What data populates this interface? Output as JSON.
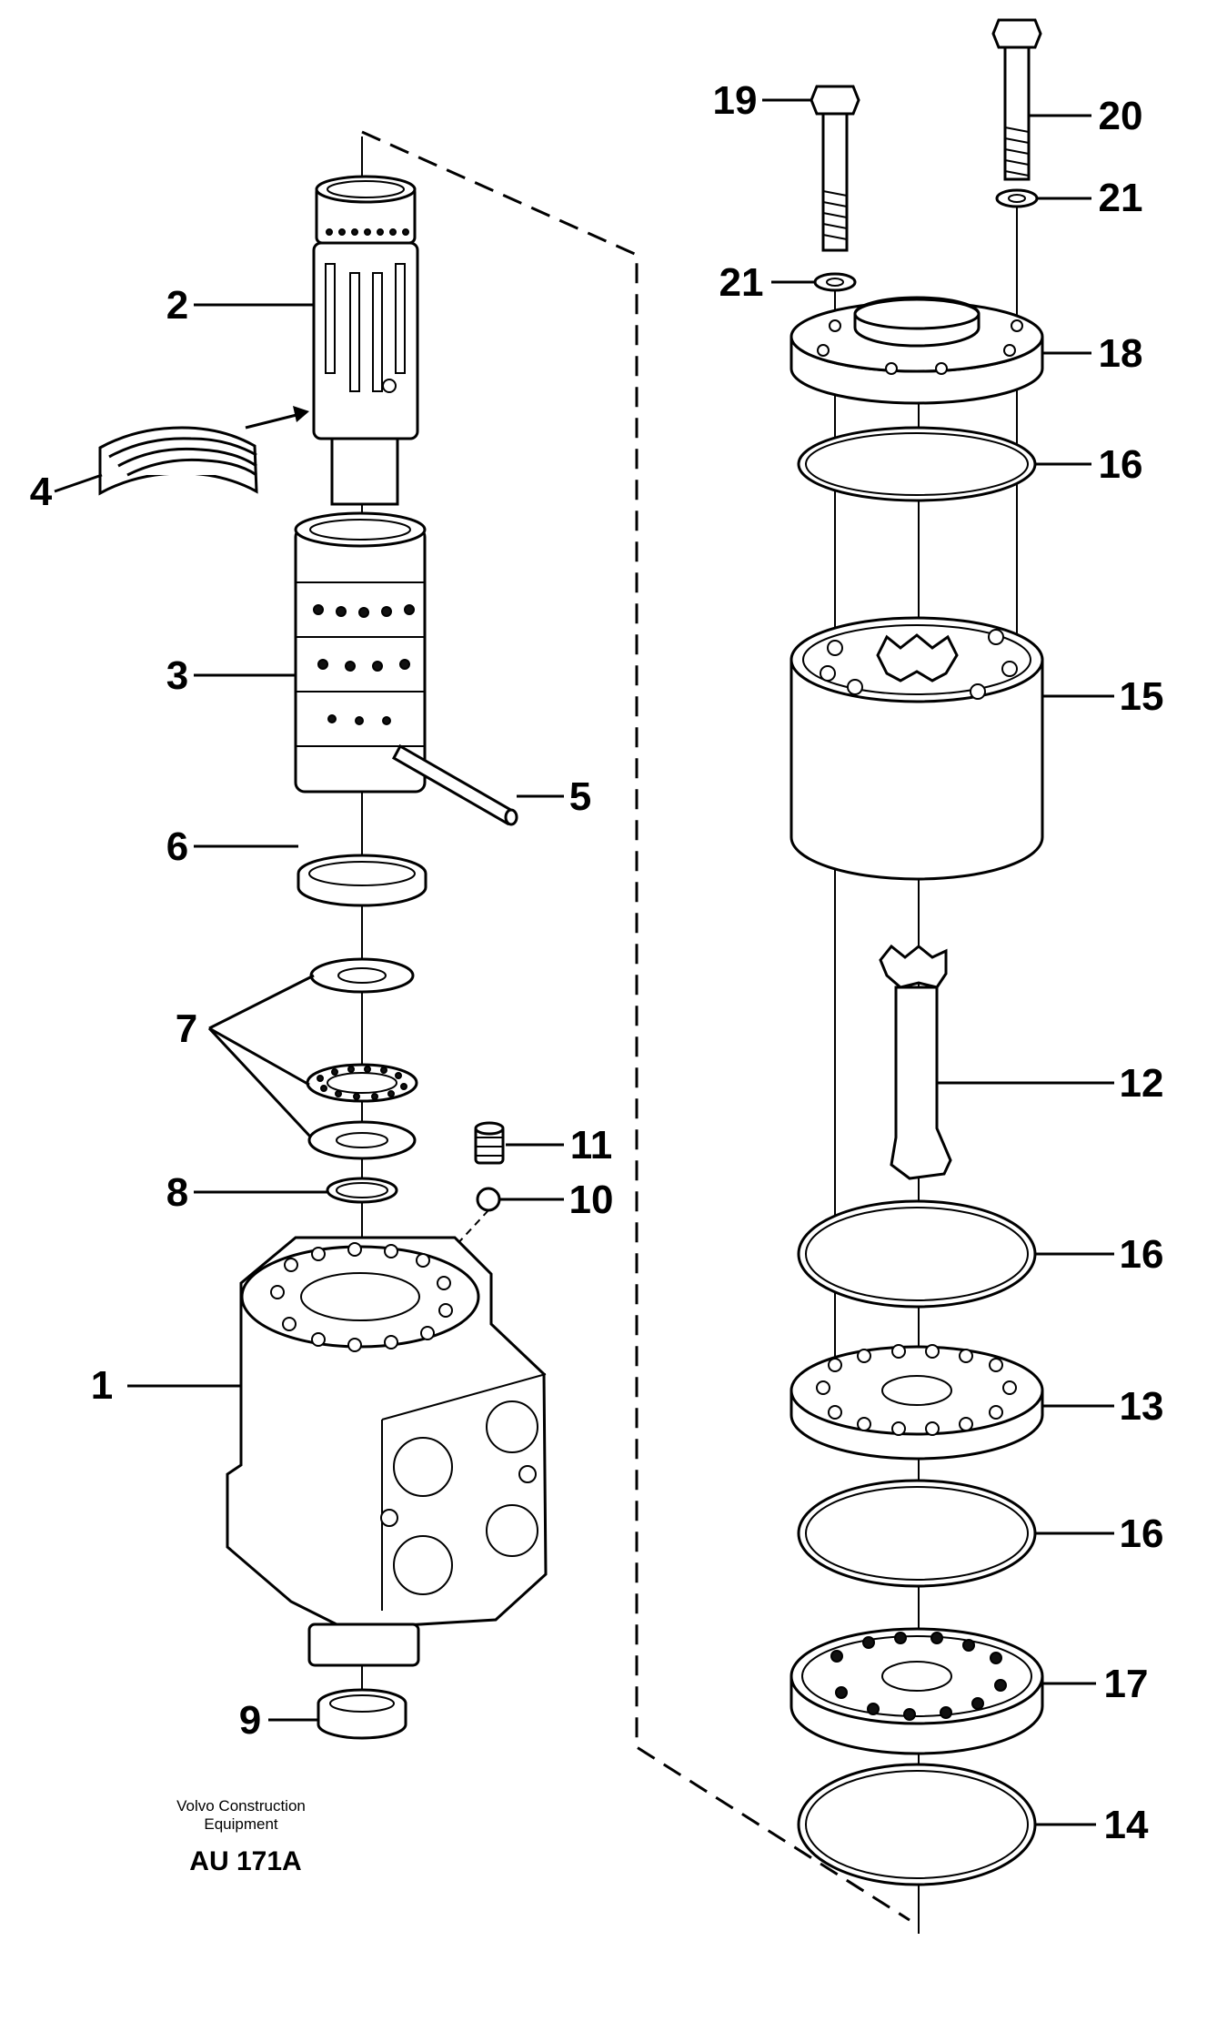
{
  "diagram": {
    "callouts": {
      "c1": "1",
      "c2": "2",
      "c3": "3",
      "c4": "4",
      "c5": "5",
      "c6": "6",
      "c7": "7",
      "c8": "8",
      "c9": "9",
      "c10": "10",
      "c11": "11",
      "c12": "12",
      "c13": "13",
      "c14": "14",
      "c15": "15",
      "c16a": "16",
      "c16b": "16",
      "c16c": "16",
      "c17": "17",
      "c18": "18",
      "c19": "19",
      "c20": "20",
      "c21a": "21",
      "c21b": "21"
    },
    "caption": {
      "line1": "Volvo Construction",
      "line2": "Equipment",
      "code": "AU 171A"
    }
  }
}
